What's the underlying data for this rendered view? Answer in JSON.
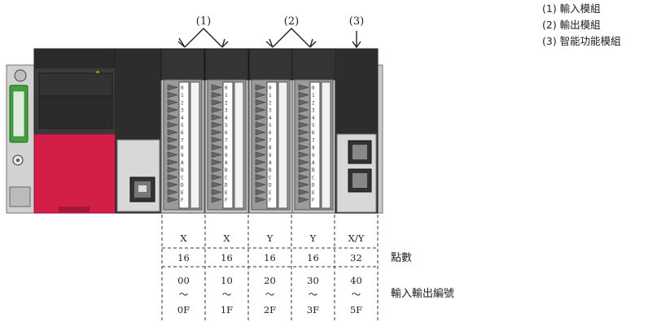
{
  "callouts": [
    "(1)",
    "(2)",
    "(3)"
  ],
  "legend": [
    "(1) 輸入模組",
    "(2) 輸出模組",
    "(3) 智能功能模組"
  ],
  "row_labels": {
    "points": "點數",
    "io_numbers": "輸入輸出編號"
  },
  "terminal_labels": [
    "0",
    "1",
    "2",
    "3",
    "4",
    "5",
    "6",
    "7",
    "8",
    "9",
    "A",
    "B",
    "C",
    "D",
    "E",
    "F"
  ],
  "table": [
    {
      "type": "X",
      "points": "16",
      "start": "00",
      "tilde": "～",
      "end": "0F"
    },
    {
      "type": "X",
      "points": "16",
      "start": "10",
      "tilde": "～",
      "end": "1F"
    },
    {
      "type": "Y",
      "points": "16",
      "start": "20",
      "tilde": "～",
      "end": "2F"
    },
    {
      "type": "Y",
      "points": "16",
      "start": "30",
      "tilde": "～",
      "end": "3F"
    },
    {
      "type": "X/Y",
      "points": "32",
      "start": "40",
      "tilde": "～",
      "end": "5F"
    }
  ]
}
